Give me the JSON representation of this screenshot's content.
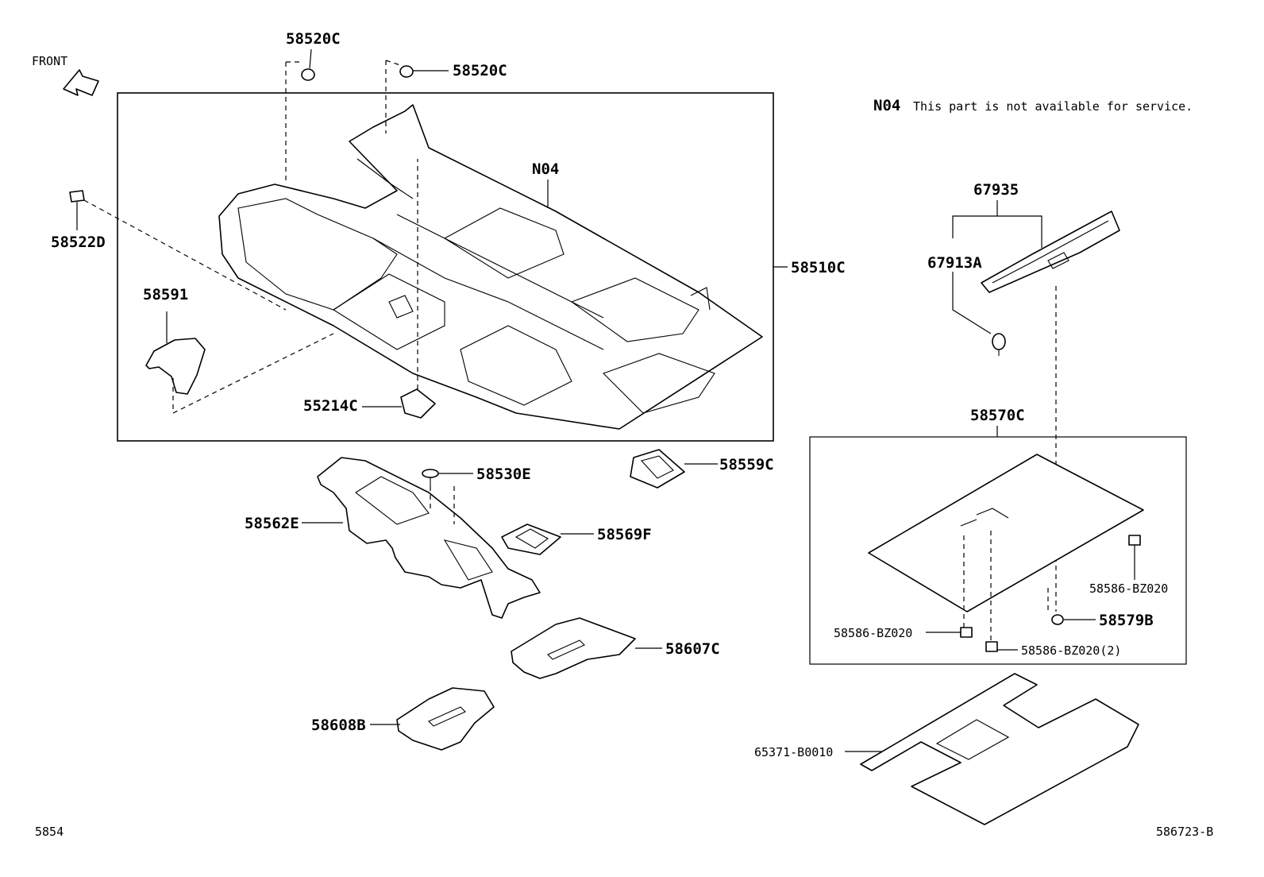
{
  "orientation_label": "FRONT",
  "note": {
    "code": "N04",
    "text": "This part is not available for service."
  },
  "parts": {
    "p58520C_top": "58520C",
    "p58520C_right": "58520C",
    "p58522D": "58522D",
    "pN04": "N04",
    "p58510C": "58510C",
    "p58591": "58591",
    "p55214C": "55214C",
    "p58530E": "58530E",
    "p58559C": "58559C",
    "p58562E": "58562E",
    "p58569F": "58569F",
    "p58607C": "58607C",
    "p58608B": "58608B",
    "p67935": "67935",
    "p67913A": "67913A",
    "p58570C": "58570C",
    "p58586_right": "58586-BZ020",
    "p58579B": "58579B",
    "p58586_left": "58586-BZ020",
    "p58586_two": "58586-BZ020(2)",
    "p65371": "65371-B0010"
  },
  "footer": {
    "left_code": "5854",
    "right_code": "586723-B"
  }
}
